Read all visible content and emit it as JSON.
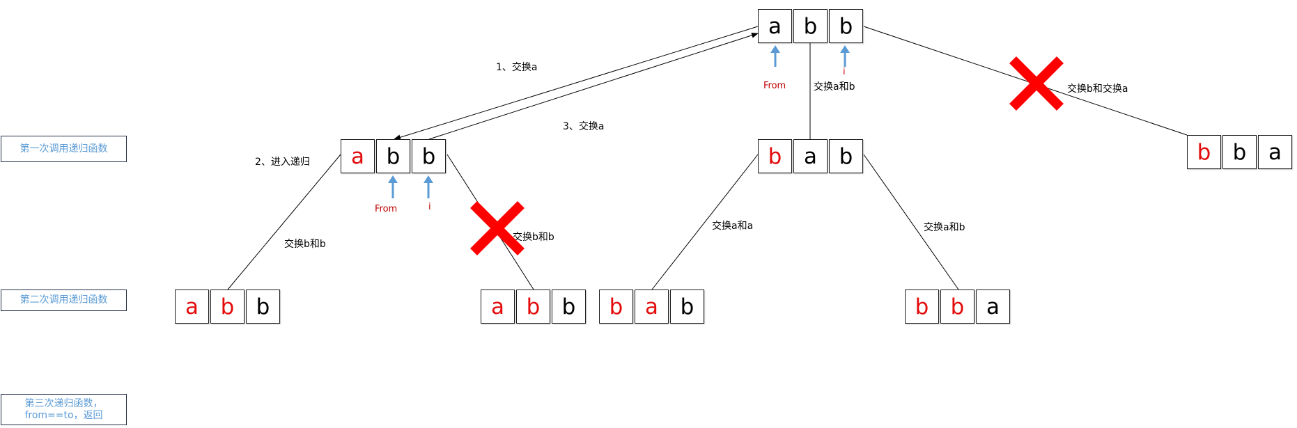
{
  "levels": {
    "first": "第一次调用递归函数",
    "second": "第二次调用递归函数",
    "third_line1": "第三次递归函数，",
    "third_line2": "from==to，返回"
  },
  "nodes": {
    "root": [
      "a",
      "b",
      "b"
    ],
    "n1": [
      "a",
      "b",
      "b"
    ],
    "n2": [
      "b",
      "a",
      "b"
    ],
    "n3": [
      "b",
      "b",
      "a"
    ],
    "n4": [
      "a",
      "b",
      "b"
    ],
    "n5": [
      "a",
      "b",
      "b"
    ],
    "n6": [
      "b",
      "a",
      "b"
    ],
    "n7": [
      "b",
      "b",
      "a"
    ]
  },
  "edge_labels": {
    "step1": "1、交换a",
    "step2": "2、进入递归",
    "step3": "3、交换a",
    "root_mid": "交换a和b",
    "root_right": "交换b和交换a",
    "n1_left": "交换b和b",
    "n1_right": "交换b和b",
    "n2_left": "交换a和a",
    "n2_right": "交换a和b"
  },
  "pointers": {
    "from_label": "From",
    "i_label": "i"
  },
  "colors": {
    "highlight": "#e30b0b",
    "pointer_arrow": "#5b9bd5",
    "pointer_text": "#c00000",
    "level_text": "#5b9bd5",
    "cross": "#ff0000"
  }
}
